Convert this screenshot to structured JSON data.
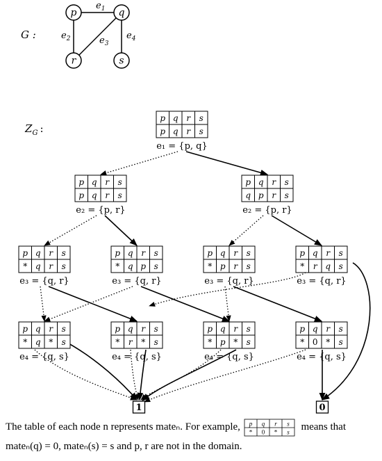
{
  "graph": {
    "label": "G :",
    "vertices": [
      "p",
      "q",
      "r",
      "s"
    ],
    "edges": [
      {
        "name": "e",
        "sub": "1",
        "u": "p",
        "v": "q"
      },
      {
        "name": "e",
        "sub": "2",
        "u": "p",
        "v": "r"
      },
      {
        "name": "e",
        "sub": "3",
        "u": "q",
        "v": "r"
      },
      {
        "name": "e",
        "sub": "4",
        "u": "q",
        "v": "s"
      }
    ]
  },
  "zdd": {
    "label_main": "Z",
    "label_sub": "G",
    "label_colon": ":",
    "header": [
      "p",
      "q",
      "r",
      "s"
    ],
    "nodes": [
      {
        "id": "root",
        "mate": [
          "p",
          "q",
          "r",
          "s"
        ],
        "edge_label": "e₁ = {p, q}"
      },
      {
        "id": "a1",
        "mate": [
          "p",
          "q",
          "r",
          "s"
        ],
        "edge_label": "e₂ = {p, r}"
      },
      {
        "id": "a2",
        "mate": [
          "q",
          "p",
          "r",
          "s"
        ],
        "edge_label": "e₂ = {p, r}"
      },
      {
        "id": "b1",
        "mate": [
          "*",
          "q",
          "r",
          "s"
        ],
        "edge_label": "e₃ = {q, r}"
      },
      {
        "id": "b2",
        "mate": [
          "*",
          "q",
          "p",
          "s"
        ],
        "edge_label": "e₃ = {q, r}"
      },
      {
        "id": "b3",
        "mate": [
          "*",
          "p",
          "r",
          "s"
        ],
        "edge_label": "e₃ = {q, r}"
      },
      {
        "id": "b4",
        "mate": [
          "*",
          "r",
          "q",
          "s"
        ],
        "edge_label": "e₃ = {q, r}"
      },
      {
        "id": "c1",
        "mate": [
          "*",
          "q",
          "*",
          "s"
        ],
        "edge_label": "e₄ = {q, s}"
      },
      {
        "id": "c2",
        "mate": [
          "*",
          "r",
          "*",
          "s"
        ],
        "edge_label": "e₄ = {q, s}"
      },
      {
        "id": "c3",
        "mate": [
          "*",
          "p",
          "*",
          "s"
        ],
        "edge_label": "e₄ = {q, s}"
      },
      {
        "id": "c4",
        "mate": [
          "*",
          "0",
          "*",
          "s"
        ],
        "edge_label": "e₄ = {q, s}"
      }
    ],
    "terminals": [
      {
        "id": "one",
        "label": "1"
      },
      {
        "id": "zero",
        "label": "0"
      }
    ],
    "arcs": [
      {
        "from": "root",
        "to": "a1",
        "style": "dotted"
      },
      {
        "from": "root",
        "to": "a2",
        "style": "solid"
      },
      {
        "from": "a1",
        "to": "b1",
        "style": "dotted"
      },
      {
        "from": "a1",
        "to": "b2",
        "style": "solid"
      },
      {
        "from": "a2",
        "to": "b3",
        "style": "dotted"
      },
      {
        "from": "a2",
        "to": "b4",
        "style": "solid"
      },
      {
        "from": "b1",
        "to": "c1",
        "style": "dotted"
      },
      {
        "from": "b1",
        "to": "c2",
        "style": "solid"
      },
      {
        "from": "b2",
        "to": "c1",
        "style": "dotted"
      },
      {
        "from": "b2",
        "to": "c3",
        "style": "solid"
      },
      {
        "from": "b3",
        "to": "c3",
        "style": "dotted"
      },
      {
        "from": "b3",
        "to": "c4",
        "style": "solid"
      },
      {
        "from": "b4",
        "to": "c2",
        "style": "dotted"
      },
      {
        "from": "b4",
        "to": "zero",
        "style": "solid"
      },
      {
        "from": "c1",
        "to": "one",
        "style": "dotted"
      },
      {
        "from": "c1",
        "to": "one",
        "style": "solid"
      },
      {
        "from": "c2",
        "to": "one",
        "style": "dotted"
      },
      {
        "from": "c2",
        "to": "one",
        "style": "solid"
      },
      {
        "from": "c3",
        "to": "one",
        "style": "dotted"
      },
      {
        "from": "c3",
        "to": "one",
        "style": "solid"
      },
      {
        "from": "c4",
        "to": "one",
        "style": "dotted"
      },
      {
        "from": "c4",
        "to": "zero",
        "style": "solid"
      }
    ]
  },
  "caption": {
    "part1": "The table of each node n represents mateₙ. For example,",
    "part2": "means that",
    "line2": "mateₙ(q) = 0, mateₙ(s) = s and p, r are not in the domain.",
    "example_header": [
      "p",
      "q",
      "r",
      "s"
    ],
    "example_mate": [
      "*",
      "0",
      "*",
      "s"
    ]
  }
}
